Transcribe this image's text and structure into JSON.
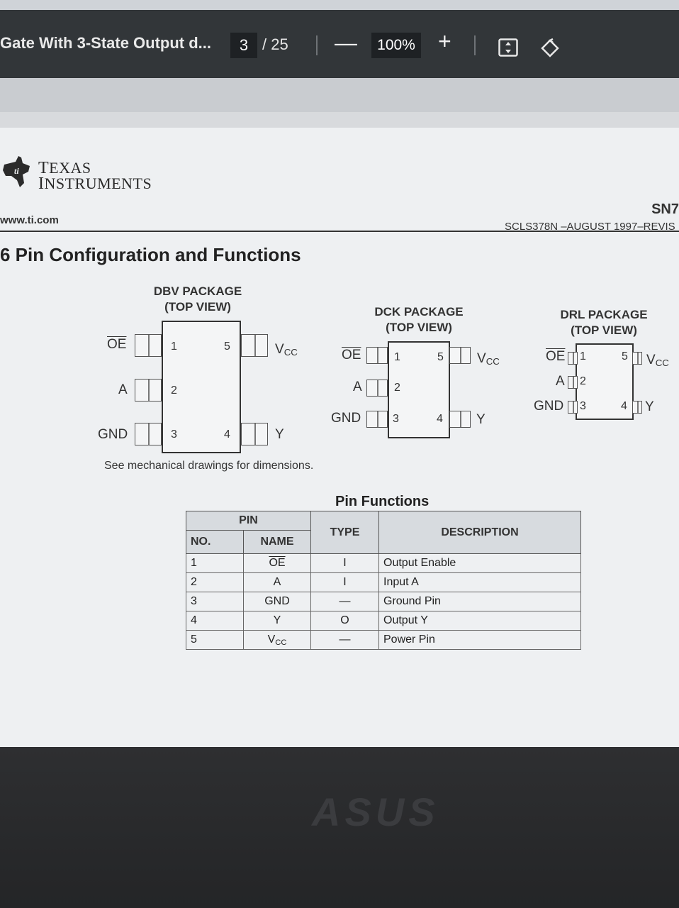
{
  "viewer": {
    "doc_title": "Gate With 3-State Output d...",
    "page_current": "3",
    "page_total": "/ 25",
    "zoom_minus": "—",
    "zoom": "100%",
    "zoom_plus": "+"
  },
  "header": {
    "logo_line1_big": "T",
    "logo_line1_rest": "EXAS",
    "logo_line2_big": "I",
    "logo_line2_rest": "NSTRUMENTS",
    "website": "www.ti.com",
    "doc_number": "SN7",
    "doc_ref": "SCLS378N –AUGUST 1997–REVIS"
  },
  "section": {
    "title": "6  Pin Configuration and Functions"
  },
  "packages": {
    "dbv": {
      "title": "DBV PACKAGE",
      "view": "(TOP VIEW)"
    },
    "dck": {
      "title": "DCK PACKAGE",
      "view": "(TOP VIEW)"
    },
    "drl": {
      "title": "DRL PACKAGE",
      "view": "(TOP VIEW)"
    }
  },
  "pin_labels": {
    "oe": "OE",
    "a": "A",
    "gnd": "GND",
    "vcc_main": "V",
    "vcc_sub": "CC",
    "y": "Y",
    "n1": "1",
    "n2": "2",
    "n3": "3",
    "n4": "4",
    "n5": "5"
  },
  "note": "See mechanical drawings for dimensions.",
  "pin_functions": {
    "title": "Pin Functions",
    "header_pin": "PIN",
    "header_no": "NO.",
    "header_name": "NAME",
    "header_type": "TYPE",
    "header_desc": "DESCRIPTION",
    "rows": [
      {
        "no": "1",
        "name": "OE",
        "type": "I",
        "desc": "Output Enable"
      },
      {
        "no": "2",
        "name": "A",
        "type": "I",
        "desc": "Input A"
      },
      {
        "no": "3",
        "name": "GND",
        "type": "—",
        "desc": "Ground Pin"
      },
      {
        "no": "4",
        "name": "Y",
        "type": "O",
        "desc": "Output Y"
      },
      {
        "no": "5",
        "name": "V",
        "name_sub": "CC",
        "type": "—",
        "desc": "Power Pin"
      }
    ]
  },
  "bezel": {
    "brand": "ASUS"
  }
}
